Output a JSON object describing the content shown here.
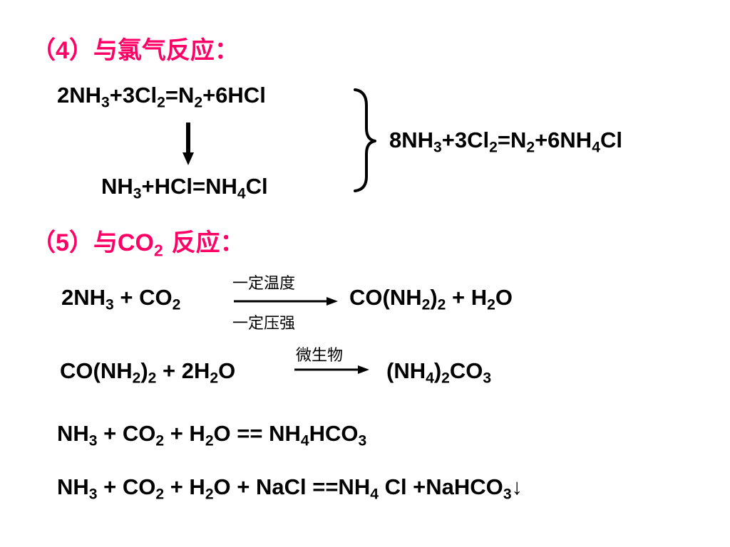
{
  "section4": {
    "open": "（",
    "num": "4",
    "close": "）",
    "text": "与氯气反应："
  },
  "eq_cl_1": [
    "2NH",
    "3",
    "+3Cl",
    "2",
    "=N",
    "2",
    "+6HCl"
  ],
  "eq_cl_2": [
    "NH",
    "3",
    "+HCl=NH",
    "4",
    "Cl"
  ],
  "eq_cl_total": [
    "8NH",
    "3",
    "+3Cl",
    "2",
    "=N",
    "2",
    "+6NH",
    "4",
    "Cl"
  ],
  "section5": {
    "open": "（",
    "num": "5",
    "close": "）",
    "text_before": "与",
    "mol_main": "CO",
    "mol_sub": "2",
    "text_after": " 反应："
  },
  "eq_co2_1": {
    "left": [
      "2NH",
      "3",
      " + CO",
      "2"
    ],
    "cond_top": "一定温度",
    "cond_bottom": "一定压强",
    "right": [
      "CO(NH",
      "2",
      ")",
      "2",
      " + H",
      "2",
      "O"
    ]
  },
  "eq_co2_2": {
    "left": [
      "CO(NH",
      "2",
      ")",
      "2",
      " + 2H",
      "2",
      "O"
    ],
    "cond_top": "微生物",
    "right": [
      "(NH",
      "4",
      ")",
      "2",
      "CO",
      "3"
    ]
  },
  "eq_co2_3": [
    "NH",
    "3",
    " + CO",
    "2",
    " + H",
    "2",
    "O == NH",
    "4",
    "HCO",
    "3"
  ],
  "eq_co2_4": [
    "NH",
    "3",
    " + CO",
    "2",
    " + H",
    "2",
    "O + NaCl ==NH",
    "4",
    " Cl +NaHCO",
    "3",
    "↓"
  ],
  "colors": {
    "heading": "#ff0066",
    "text": "#000000",
    "arrow": "#000000"
  }
}
